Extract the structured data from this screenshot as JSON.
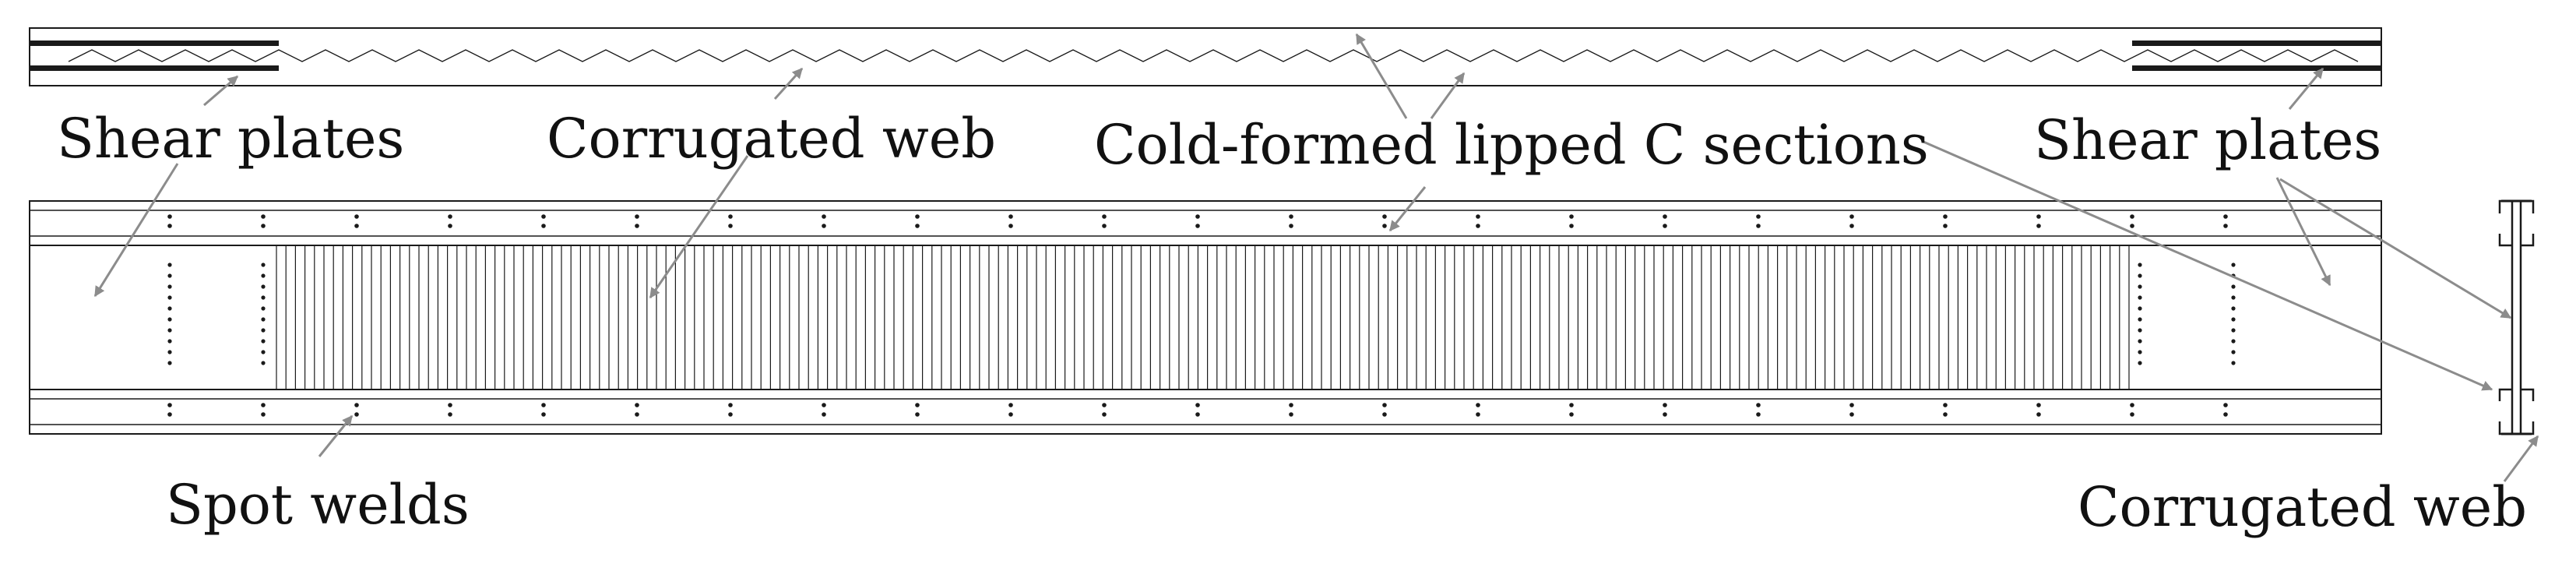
{
  "colors": {
    "line": "#1a1a1a",
    "arrow": "#8c8c8c",
    "label": "#111111",
    "background": "#ffffff"
  },
  "labels": {
    "shear_plates_left": "Shear plates",
    "corrugated_web_top": "Corrugated web",
    "cold_formed_sections": "Cold-formed lipped C sections",
    "shear_plates_right": "Shear plates",
    "spot_welds": "Spot welds",
    "corrugated_web_section": "Corrugated web"
  }
}
